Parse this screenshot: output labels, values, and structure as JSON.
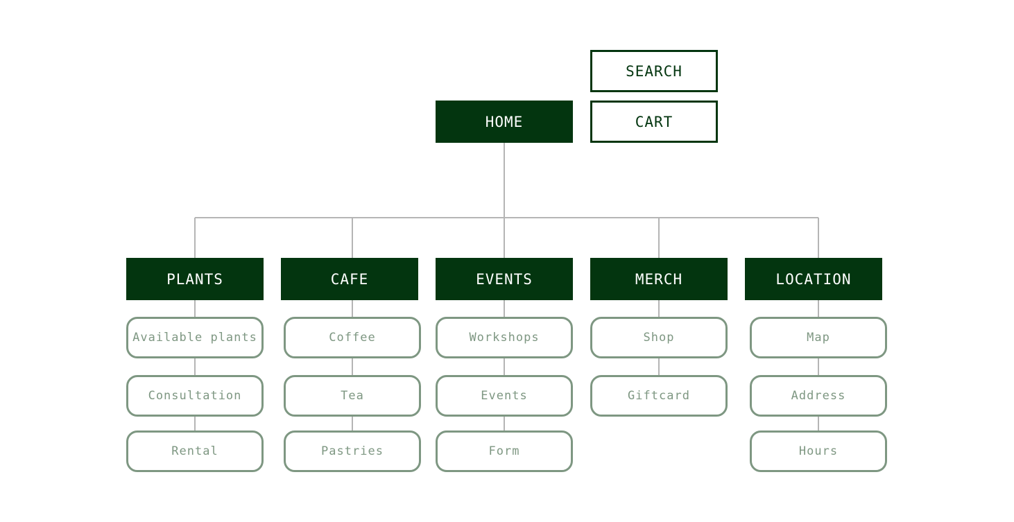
{
  "colors": {
    "primary": "#03350f",
    "secondary": "#7e9782",
    "connector": "#b5b5b5",
    "background": "#ffffff"
  },
  "utility": {
    "search_label": "SEARCH",
    "cart_label": "CART"
  },
  "home": {
    "label": "HOME"
  },
  "sections": [
    {
      "label": "PLANTS",
      "children": [
        "Available plants",
        "Consultation",
        "Rental"
      ]
    },
    {
      "label": "CAFE",
      "children": [
        "Coffee",
        "Tea",
        "Pastries"
      ]
    },
    {
      "label": "EVENTS",
      "children": [
        "Workshops",
        "Events",
        "Form"
      ]
    },
    {
      "label": "MERCH",
      "children": [
        "Shop",
        "Giftcard"
      ]
    },
    {
      "label": "LOCATION",
      "children": [
        "Map",
        "Address",
        "Hours"
      ]
    }
  ]
}
